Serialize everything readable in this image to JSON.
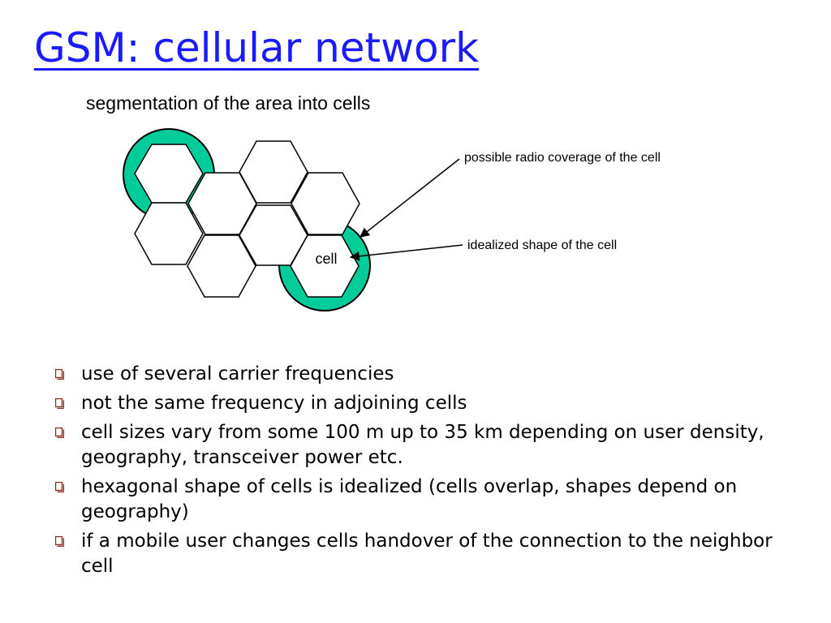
{
  "title": "GSM: cellular network",
  "subtitle": "segmentation of the area into cells",
  "diagram": {
    "label_coverage": "possible radio coverage of the cell",
    "label_idealized": "idealized shape of the cell",
    "label_cell": "cell",
    "colors": {
      "coverage_fill": "#00cc99",
      "stroke": "#000000"
    }
  },
  "bullets": [
    "use of several carrier frequencies",
    "not the same frequency in adjoining cells",
    "cell sizes vary from some 100 m up to 35 km depending on user density, geography, transceiver power etc.",
    "hexagonal shape of cells is idealized (cells overlap, shapes depend on geography)",
    "if a mobile user changes cells handover of the connection to the neighbor cell"
  ],
  "colors": {
    "title": "#1a1aff",
    "bullet_box": "#8b2a1a"
  }
}
